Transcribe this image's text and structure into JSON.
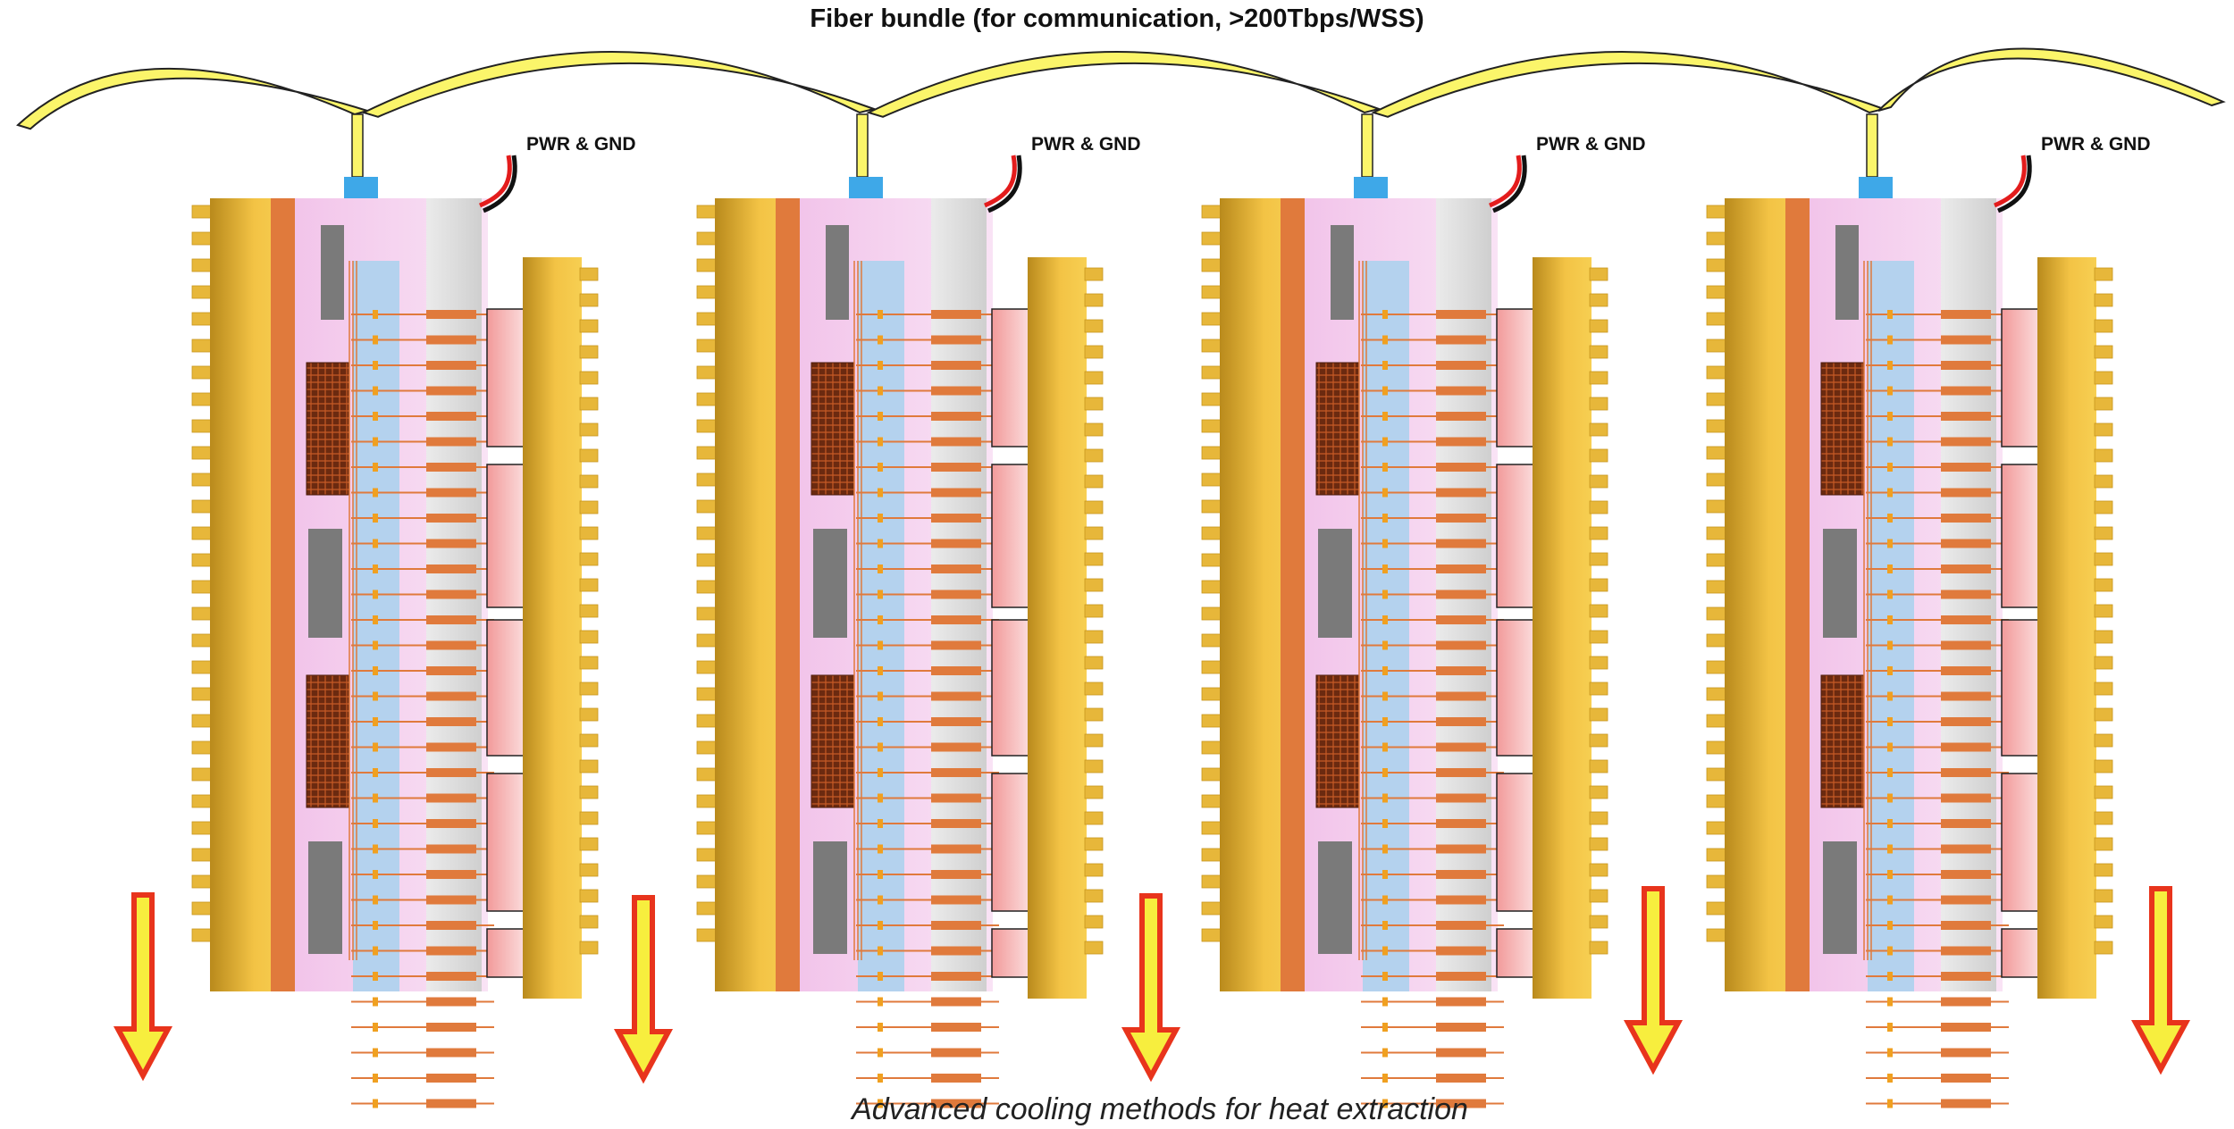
{
  "diagram": {
    "title": "Fiber bundle (for communication, >200Tbps/WSS)",
    "caption": "Advanced cooling methods for heat extraction",
    "module_power_label": "PWR & GND",
    "module_count": 4,
    "colors": {
      "background": "#ffffff",
      "fiber_fill": "#fbf56a",
      "fiber_stroke": "#222222",
      "connector": "#3ea8e8",
      "copper": "#e07a3c",
      "heat_sink_light": "#f3c345",
      "heat_sink_dark": "#b98a1c",
      "fin": "#e7b73a",
      "pink_layer": "#f2c4ea",
      "blue_layer": "#b4d2ee",
      "gray_block": "#7a7a7a",
      "dark_chip": "#6b2a10",
      "memory_pink": "#f29a9a",
      "gray_column": "#dcdcdc",
      "arrow_fill": "#f7ee3e",
      "arrow_stroke": "#e8341c",
      "wire_red": "#e31c1c",
      "wire_black": "#111111"
    }
  }
}
